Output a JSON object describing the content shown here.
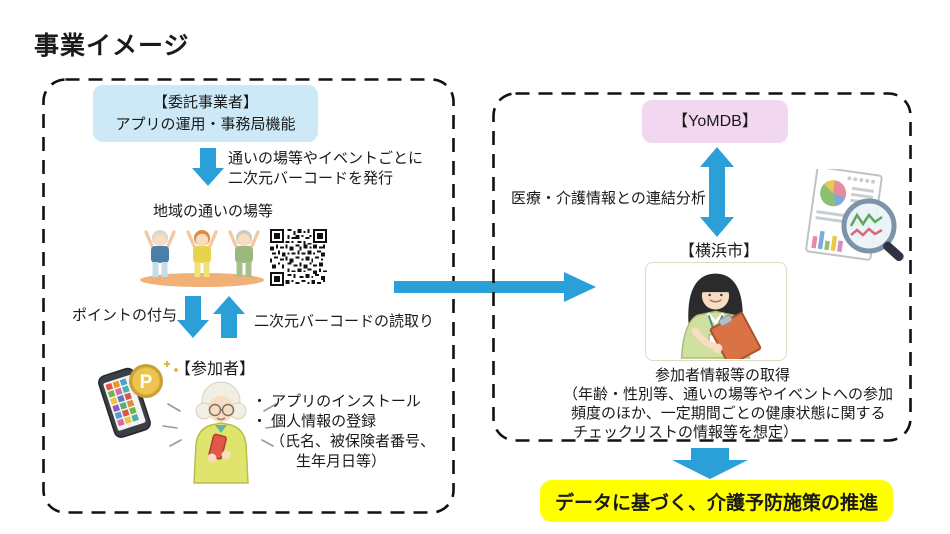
{
  "title": "事業イメージ",
  "colors": {
    "arrow_blue": "#2B9FD8",
    "operator_box_bg": "#CDE9F7",
    "yomdb_box_bg": "#F2D7F0",
    "outcome_box_bg": "#FFFF00",
    "frame_border": "#111111"
  },
  "left_panel": {
    "operator_box": {
      "line1": "【委託事業者】",
      "line2": "アプリの運用・事務局機能"
    },
    "issue_note": {
      "line1": "通いの場等やイベントごとに",
      "line2": "二次元バーコードを発行"
    },
    "community_label": "地域の通いの場等",
    "points_label": "ポイントの付与",
    "scan_label": "二次元バーコードの読取り",
    "participant_label": "【参加者】",
    "participant_notes": {
      "line1": "・ アプリのインストール",
      "line2": "・ 個人情報の登録",
      "line3": "（氏名、被保険者番号、",
      "line4": "生年月日等）"
    }
  },
  "right_panel": {
    "yomdb_label": "【YoMDB】",
    "analysis_label": "医療・介護情報との連結分析",
    "city_label": "【横浜市】",
    "acquisition_title": "参加者情報等の取得",
    "acquisition_note": {
      "line1": "（年齢・性別等、通いの場等やイベントへの参加",
      "line2": "頻度のほか、一定期間ごとの健康状態に関する",
      "line3": "チェックリストの情報等を想定）"
    }
  },
  "outcome_label": "データに基づく、介護予防施策の推進",
  "icons": {
    "exercising_people": "three-elderly-people-exercising",
    "qr_code": "qr-code",
    "smartphone_points": "smartphone-with-point-coin",
    "coin_letter": "P",
    "participant": "elderly-woman-using-smartphone",
    "report_magnifier": "report-with-magnifying-glass",
    "city_staff": "staff-with-clipboard"
  }
}
